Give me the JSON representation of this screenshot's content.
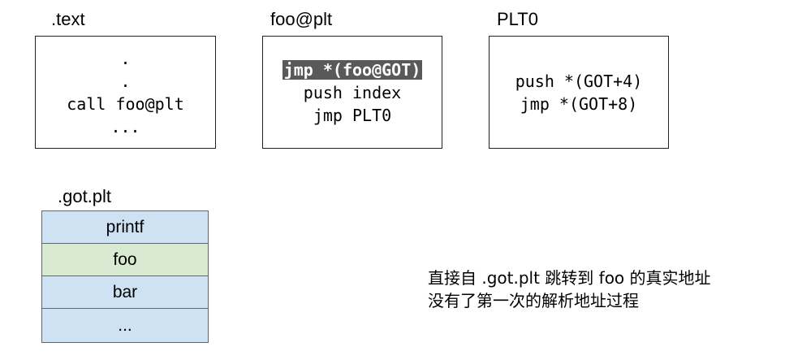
{
  "text_section": {
    "title": ".text",
    "lines": [
      ".",
      ".",
      "call foo@plt",
      "..."
    ]
  },
  "foo_plt": {
    "title": "foo@plt",
    "lines": [
      "jmp *(foo@GOT)",
      "push index",
      "jmp PLT0"
    ],
    "highlighted_line": "jmp *(foo@GOT)"
  },
  "plt0": {
    "title": "PLT0",
    "lines": [
      "push *(GOT+4)",
      "jmp *(GOT+8)"
    ]
  },
  "got_plt": {
    "title": ".got.plt",
    "entries": [
      {
        "label": "printf",
        "color": "#cfe2f3"
      },
      {
        "label": "foo",
        "color": "#d9ead3"
      },
      {
        "label": "bar",
        "color": "#cfe2f3"
      },
      {
        "label": "...",
        "color": "#cfe2f3"
      }
    ]
  },
  "note": {
    "line1": "直接自 .got.plt 跳转到 foo 的真实地址",
    "line2": "没有了第一次的解析地址过程"
  }
}
